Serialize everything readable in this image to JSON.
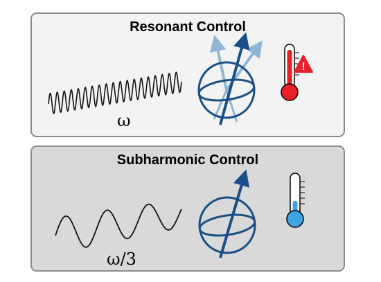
{
  "panels": [
    {
      "title": "Resonant Control",
      "frequency_label": "ω",
      "thermometer_state": "hot",
      "warning": "!",
      "thermometer_color": "#e8202a",
      "background": "#f3f3f3"
    },
    {
      "title": "Subharmonic Control",
      "frequency_label": "ω/3",
      "thermometer_state": "cold",
      "thermometer_color": "#3fa3e4",
      "background": "#d9d9d9"
    }
  ],
  "colors": {
    "sphere": "#1a4e86",
    "ghost_arrows": "#8fb6d6",
    "border": "#8c8c8c"
  },
  "icons": [
    "bloch-sphere-icon",
    "thermometer-hot-icon",
    "warning-triangle-icon",
    "thermometer-cold-icon"
  ]
}
